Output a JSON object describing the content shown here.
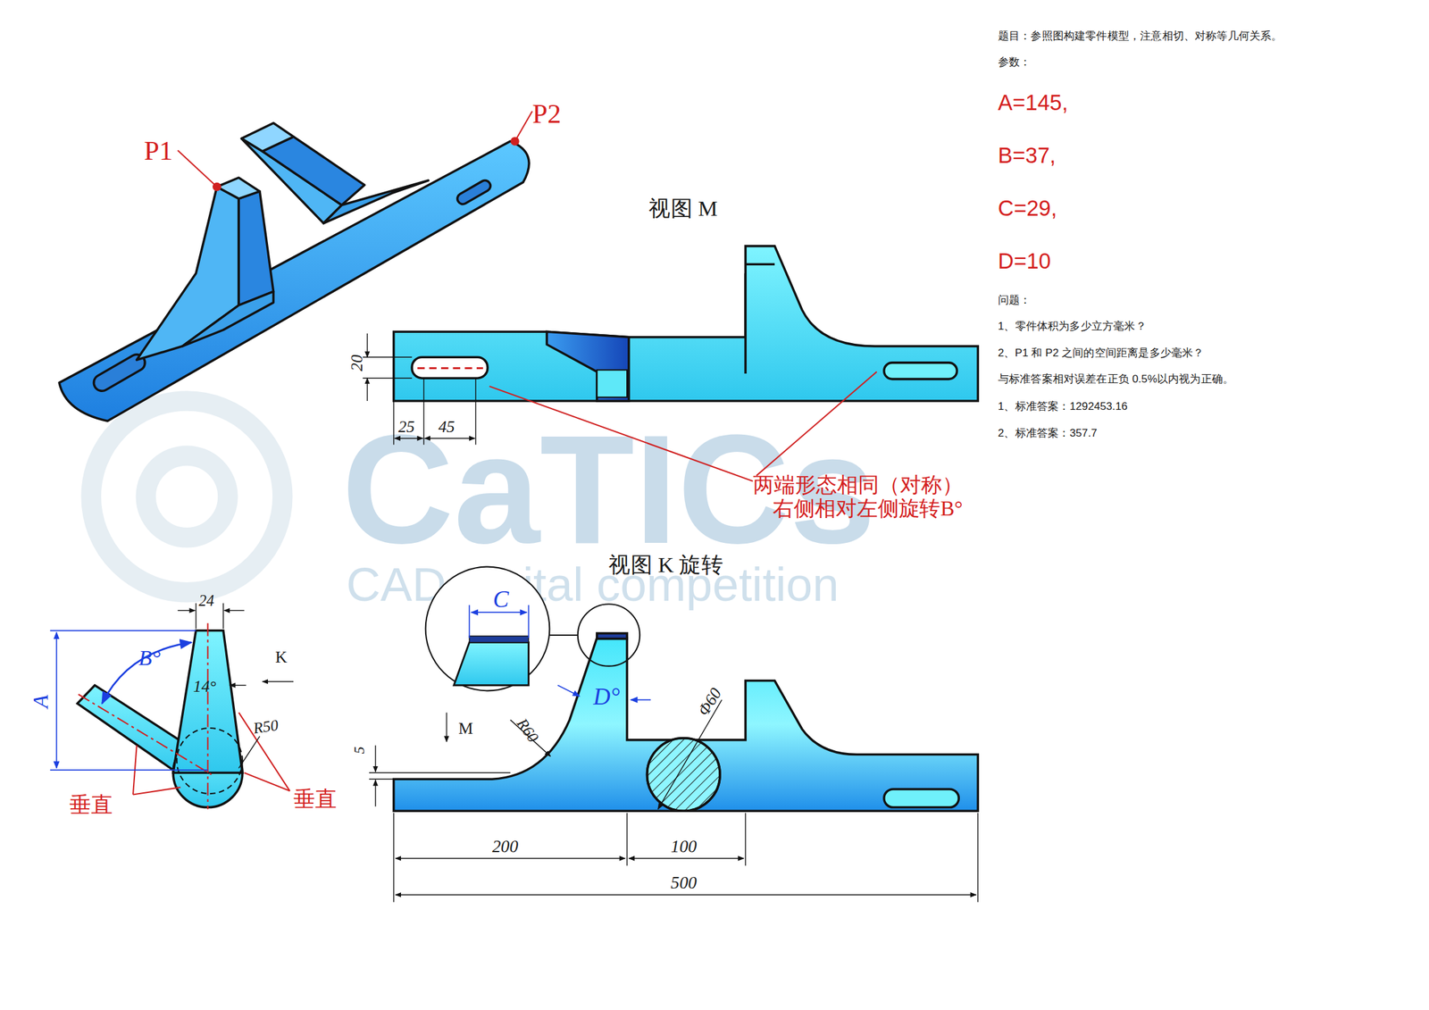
{
  "diagram": {
    "labels": [
      "P1",
      "P2",
      "视图 M",
      "20",
      "25",
      "45",
      "两端形态相同（对称） 右侧相对左侧旋转B°",
      "视图 K 旋转",
      "24",
      "B°",
      "14°",
      "K",
      "R50",
      "A",
      "垂直",
      "垂直",
      "C",
      "D°",
      "M",
      "R60",
      "5",
      "Φ60",
      "200",
      "100",
      "500",
      "CaTICs",
      "CAD digital competition",
      "题目：参照图构建零件模型，注意相切、对称等几何关系。",
      "参数：",
      "A=145,",
      "B=37,",
      "C=29,",
      "D=10",
      "问题：",
      "1、零件体积为多少立方毫米？",
      "2、P1 和 P2 之间的空间距离是多少毫米？",
      "与标准答案相对误差在正负 0.5%以内视为正确。",
      "1、标准答案：1292453.16",
      "2、标准答案：357.7"
    ]
  }
}
